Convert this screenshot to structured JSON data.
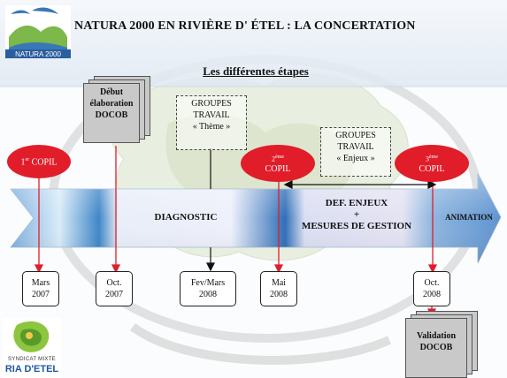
{
  "header": {
    "title": "NATURA 2000 EN RIVIÈRE D' ÉTEL : LA CONCERTATION",
    "subtitle": "Les différentes étapes"
  },
  "logos": {
    "natura_text": "NATURA 2000",
    "syndicat_text": "SYNDICAT MIXTE",
    "ria_text": "RIA D'ETEL"
  },
  "docob_start": {
    "line1": "Début",
    "line2": "élaboration",
    "line3": "DOCOB"
  },
  "docob_validation": {
    "line1": "Validation",
    "line2": "DOCOB"
  },
  "groupes_theme": {
    "line1": "GROUPES",
    "line2": "TRAVAIL",
    "line3": "« Thème »"
  },
  "groupes_enjeux": {
    "line1": "GROUPES",
    "line2": "TRAVAIL",
    "line3": "« Enjeux »"
  },
  "copil": [
    {
      "rank": "1",
      "suffix": "er",
      "label": "COPIL"
    },
    {
      "rank": "2",
      "suffix": "ème",
      "label": "COPIL"
    },
    {
      "rank": "3",
      "suffix": "ème",
      "label": "COPIL"
    }
  ],
  "phases": {
    "diagnostic": "DIAGNOSTIC",
    "enjeux_line1": "DEF. ENJEUX",
    "enjeux_line2": "+",
    "enjeux_line3": "MESURES DE GESTION",
    "animation": "ANIMATION"
  },
  "dates": [
    {
      "line1": "Mars",
      "line2": "2007"
    },
    {
      "line1": "Oct.",
      "line2": "2007"
    },
    {
      "line1": "Fev/Mars",
      "line2": "2008"
    },
    {
      "line1": "Mai",
      "line2": "2008"
    },
    {
      "line1": "Oct.",
      "line2": "2008"
    }
  ],
  "colors": {
    "copil_red": "#e11d2a",
    "arrow_blue": "#4f86c6",
    "header_bg": "#eef3f8"
  }
}
